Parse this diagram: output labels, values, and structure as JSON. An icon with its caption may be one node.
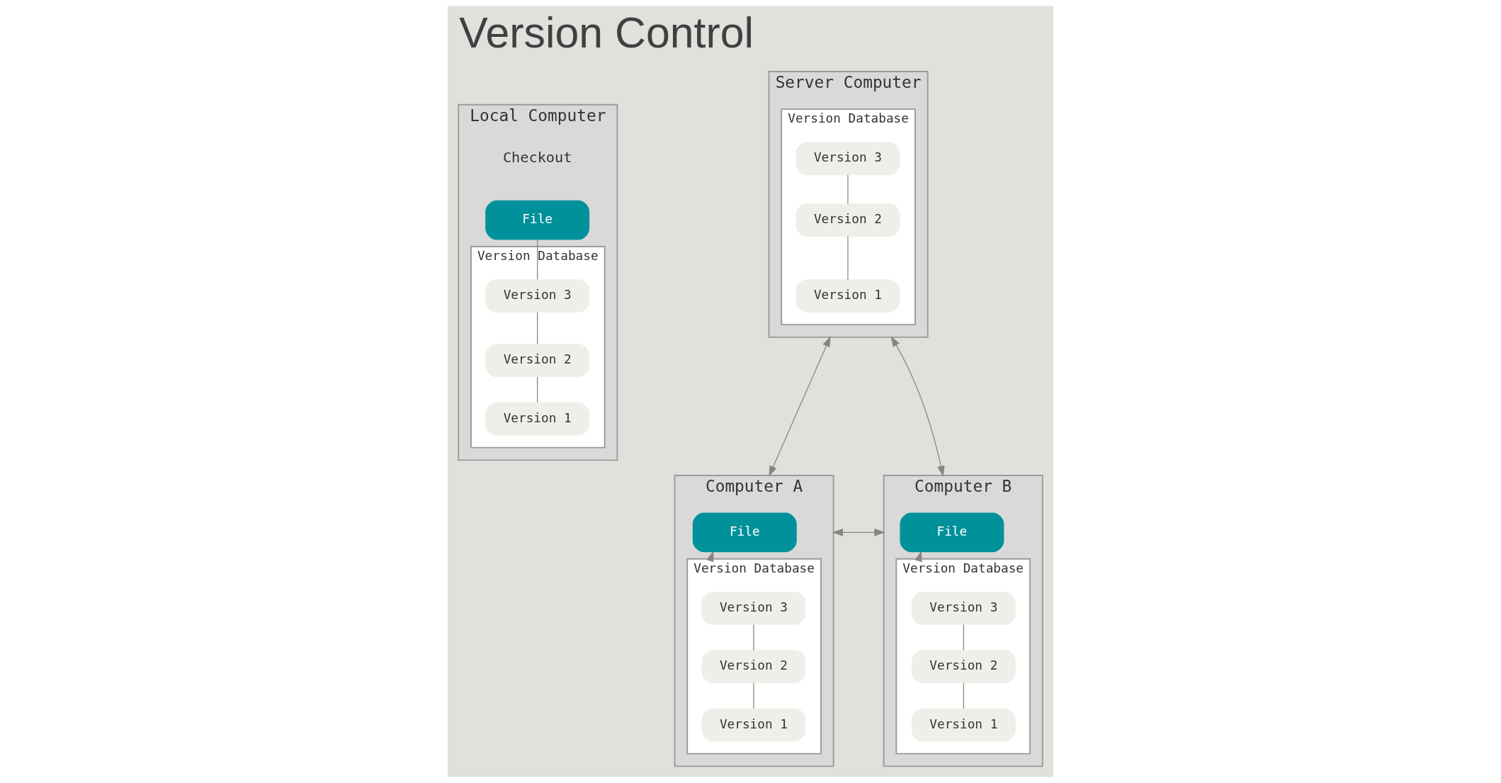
{
  "diagram": {
    "title": "Version Control",
    "nodes": [
      {
        "text": [
          "Local Computer"
        ]
      },
      {
        "text": [
          "File"
        ],
        "in": 0,
        "beside": [
          "Checkout"
        ]
      },
      {
        "text": [
          "Version Database"
        ],
        "in": 0
      },
      {
        "text": [
          "Version 3"
        ],
        "in": 2
      },
      {
        "text": [
          "Version 2"
        ],
        "in": 2
      },
      {
        "text": [
          "Version 1"
        ],
        "in": 2
      },
      {
        "text": [
          "Server Computer"
        ]
      },
      {
        "text": [
          "Version Database"
        ],
        "in": 6
      },
      {
        "text": [
          "Version 3"
        ],
        "in": 7
      },
      {
        "text": [
          "Version 2"
        ],
        "in": 7
      },
      {
        "text": [
          "Version 1"
        ],
        "in": 7
      },
      {
        "text": [
          "Computer A"
        ]
      },
      {
        "text": [
          "File"
        ],
        "in": 11
      },
      {
        "text": [
          "Version Database"
        ],
        "in": 11
      },
      {
        "text": [
          "Version 3"
        ],
        "in": 13
      },
      {
        "text": [
          "Version 2"
        ],
        "in": 13
      },
      {
        "text": [
          "Version 1"
        ],
        "in": 13
      },
      {
        "text": [
          "Computer B"
        ]
      },
      {
        "text": [
          "File"
        ],
        "in": 17
      },
      {
        "text": [
          "Version Database"
        ],
        "in": 17
      },
      {
        "text": [
          "Version 3"
        ],
        "in": 19
      },
      {
        "text": [
          "Version 2"
        ],
        "in": 19
      },
      {
        "text": [
          "Version 1"
        ],
        "in": 19
      }
    ],
    "edges": [
      {
        "from": 1,
        "to": 3,
        "arrow": "none"
      },
      {
        "from": 3,
        "to": 4,
        "arrow": "none"
      },
      {
        "from": 4,
        "to": 5,
        "arrow": "none"
      },
      {
        "from": 8,
        "to": 9,
        "arrow": "none"
      },
      {
        "from": 9,
        "to": 10,
        "arrow": "none"
      },
      {
        "from": 6,
        "to": 11,
        "arrow": "both"
      },
      {
        "from": 6,
        "to": 17,
        "arrow": "both"
      },
      {
        "from": 13,
        "to": 12,
        "arrow": "to"
      },
      {
        "from": 11,
        "to": 17,
        "arrow": "both"
      },
      {
        "from": 14,
        "to": 15,
        "arrow": "none"
      },
      {
        "from": 15,
        "to": 16,
        "arrow": "none"
      },
      {
        "from": 19,
        "to": 18,
        "arrow": "to"
      },
      {
        "from": 20,
        "to": 21,
        "arrow": "none"
      },
      {
        "from": 21,
        "to": 22,
        "arrow": "none"
      }
    ]
  }
}
